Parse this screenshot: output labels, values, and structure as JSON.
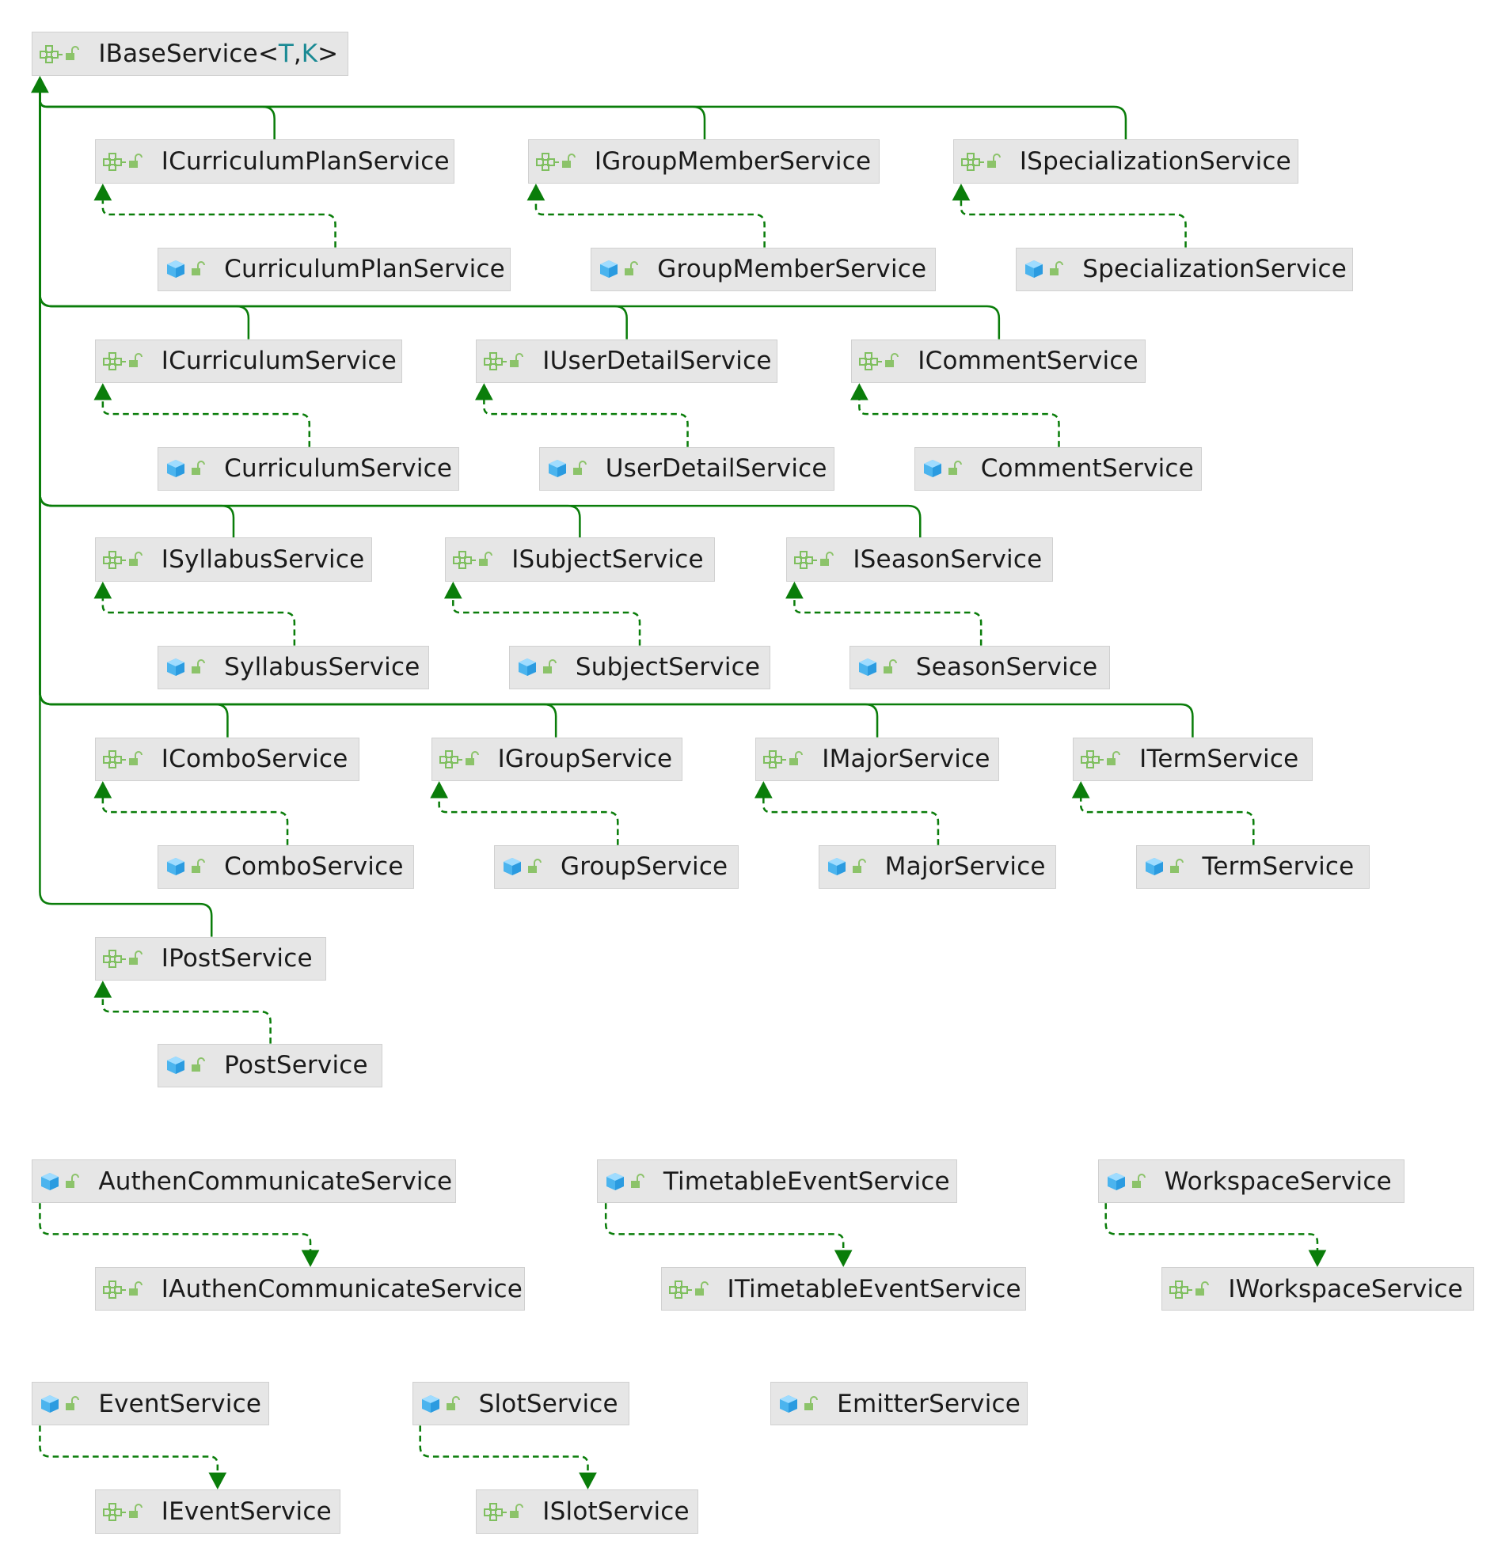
{
  "colors": {
    "edge": "#0a7d0a",
    "node_bg": "#e6e6e6",
    "node_border": "#d0d0d0",
    "interface_icon": "#7fbf5f",
    "class_icon": "#4bb4ee",
    "lock_icon": "#8cc36a",
    "type_param": "#1a8a94"
  },
  "icons": {
    "interface": "interface-icon",
    "class": "class-icon",
    "visibility": "public-lock-icon"
  },
  "nodes": [
    {
      "id": "IBaseService",
      "kind": "interface",
      "label": "IBaseService",
      "type_params": [
        "T",
        "K"
      ]
    },
    {
      "id": "ICurriculumPlanService",
      "kind": "interface",
      "label": "ICurriculumPlanService"
    },
    {
      "id": "IGroupMemberService",
      "kind": "interface",
      "label": "IGroupMemberService"
    },
    {
      "id": "ISpecializationService",
      "kind": "interface",
      "label": "ISpecializationService"
    },
    {
      "id": "CurriculumPlanService",
      "kind": "class",
      "label": "CurriculumPlanService"
    },
    {
      "id": "GroupMemberService",
      "kind": "class",
      "label": "GroupMemberService"
    },
    {
      "id": "SpecializationService",
      "kind": "class",
      "label": "SpecializationService"
    },
    {
      "id": "ICurriculumService",
      "kind": "interface",
      "label": "ICurriculumService"
    },
    {
      "id": "IUserDetailService",
      "kind": "interface",
      "label": "IUserDetailService"
    },
    {
      "id": "ICommentService",
      "kind": "interface",
      "label": "ICommentService"
    },
    {
      "id": "CurriculumService",
      "kind": "class",
      "label": "CurriculumService"
    },
    {
      "id": "UserDetailService",
      "kind": "class",
      "label": "UserDetailService"
    },
    {
      "id": "CommentService",
      "kind": "class",
      "label": "CommentService"
    },
    {
      "id": "ISyllabusService",
      "kind": "interface",
      "label": "ISyllabusService"
    },
    {
      "id": "ISubjectService",
      "kind": "interface",
      "label": "ISubjectService"
    },
    {
      "id": "ISeasonService",
      "kind": "interface",
      "label": "ISeasonService"
    },
    {
      "id": "SyllabusService",
      "kind": "class",
      "label": "SyllabusService"
    },
    {
      "id": "SubjectService",
      "kind": "class",
      "label": "SubjectService"
    },
    {
      "id": "SeasonService",
      "kind": "class",
      "label": "SeasonService"
    },
    {
      "id": "IComboService",
      "kind": "interface",
      "label": "IComboService"
    },
    {
      "id": "IGroupService",
      "kind": "interface",
      "label": "IGroupService"
    },
    {
      "id": "IMajorService",
      "kind": "interface",
      "label": "IMajorService"
    },
    {
      "id": "ITermService",
      "kind": "interface",
      "label": "ITermService"
    },
    {
      "id": "ComboService",
      "kind": "class",
      "label": "ComboService"
    },
    {
      "id": "GroupService",
      "kind": "class",
      "label": "GroupService"
    },
    {
      "id": "MajorService",
      "kind": "class",
      "label": "MajorService"
    },
    {
      "id": "TermService",
      "kind": "class",
      "label": "TermService"
    },
    {
      "id": "IPostService",
      "kind": "interface",
      "label": "IPostService"
    },
    {
      "id": "PostService",
      "kind": "class",
      "label": "PostService"
    },
    {
      "id": "AuthenCommunicateService",
      "kind": "class",
      "label": "AuthenCommunicateService"
    },
    {
      "id": "TimetableEventService",
      "kind": "class",
      "label": "TimetableEventService"
    },
    {
      "id": "WorkspaceService",
      "kind": "class",
      "label": "WorkspaceService"
    },
    {
      "id": "IAuthenCommunicateService",
      "kind": "interface",
      "label": "IAuthenCommunicateService"
    },
    {
      "id": "ITimetableEventService",
      "kind": "interface",
      "label": "ITimetableEventService"
    },
    {
      "id": "IWorkspaceService",
      "kind": "interface",
      "label": "IWorkspaceService"
    },
    {
      "id": "EventService",
      "kind": "class",
      "label": "EventService"
    },
    {
      "id": "SlotService",
      "kind": "class",
      "label": "SlotService"
    },
    {
      "id": "EmitterService",
      "kind": "class",
      "label": "EmitterService"
    },
    {
      "id": "IEventService",
      "kind": "interface",
      "label": "IEventService"
    },
    {
      "id": "ISlotService",
      "kind": "interface",
      "label": "ISlotService"
    }
  ],
  "edges": [
    {
      "from": "ICurriculumPlanService",
      "to": "IBaseService",
      "type": "extends"
    },
    {
      "from": "IGroupMemberService",
      "to": "IBaseService",
      "type": "extends"
    },
    {
      "from": "ISpecializationService",
      "to": "IBaseService",
      "type": "extends"
    },
    {
      "from": "ICurriculumService",
      "to": "IBaseService",
      "type": "extends"
    },
    {
      "from": "IUserDetailService",
      "to": "IBaseService",
      "type": "extends"
    },
    {
      "from": "ICommentService",
      "to": "IBaseService",
      "type": "extends"
    },
    {
      "from": "ISyllabusService",
      "to": "IBaseService",
      "type": "extends"
    },
    {
      "from": "ISubjectService",
      "to": "IBaseService",
      "type": "extends"
    },
    {
      "from": "ISeasonService",
      "to": "IBaseService",
      "type": "extends"
    },
    {
      "from": "IComboService",
      "to": "IBaseService",
      "type": "extends"
    },
    {
      "from": "IGroupService",
      "to": "IBaseService",
      "type": "extends"
    },
    {
      "from": "IMajorService",
      "to": "IBaseService",
      "type": "extends"
    },
    {
      "from": "ITermService",
      "to": "IBaseService",
      "type": "extends"
    },
    {
      "from": "IPostService",
      "to": "IBaseService",
      "type": "extends"
    },
    {
      "from": "CurriculumPlanService",
      "to": "ICurriculumPlanService",
      "type": "implements"
    },
    {
      "from": "GroupMemberService",
      "to": "IGroupMemberService",
      "type": "implements"
    },
    {
      "from": "SpecializationService",
      "to": "ISpecializationService",
      "type": "implements"
    },
    {
      "from": "CurriculumService",
      "to": "ICurriculumService",
      "type": "implements"
    },
    {
      "from": "UserDetailService",
      "to": "IUserDetailService",
      "type": "implements"
    },
    {
      "from": "CommentService",
      "to": "ICommentService",
      "type": "implements"
    },
    {
      "from": "SyllabusService",
      "to": "ISyllabusService",
      "type": "implements"
    },
    {
      "from": "SubjectService",
      "to": "ISubjectService",
      "type": "implements"
    },
    {
      "from": "SeasonService",
      "to": "ISeasonService",
      "type": "implements"
    },
    {
      "from": "ComboService",
      "to": "IComboService",
      "type": "implements"
    },
    {
      "from": "GroupService",
      "to": "IGroupService",
      "type": "implements"
    },
    {
      "from": "MajorService",
      "to": "IMajorService",
      "type": "implements"
    },
    {
      "from": "TermService",
      "to": "ITermService",
      "type": "implements"
    },
    {
      "from": "PostService",
      "to": "IPostService",
      "type": "implements"
    },
    {
      "from": "AuthenCommunicateService",
      "to": "IAuthenCommunicateService",
      "type": "implements"
    },
    {
      "from": "TimetableEventService",
      "to": "ITimetableEventService",
      "type": "implements"
    },
    {
      "from": "WorkspaceService",
      "to": "IWorkspaceService",
      "type": "implements"
    },
    {
      "from": "EventService",
      "to": "IEventService",
      "type": "implements"
    },
    {
      "from": "SlotService",
      "to": "ISlotService",
      "type": "implements"
    }
  ]
}
